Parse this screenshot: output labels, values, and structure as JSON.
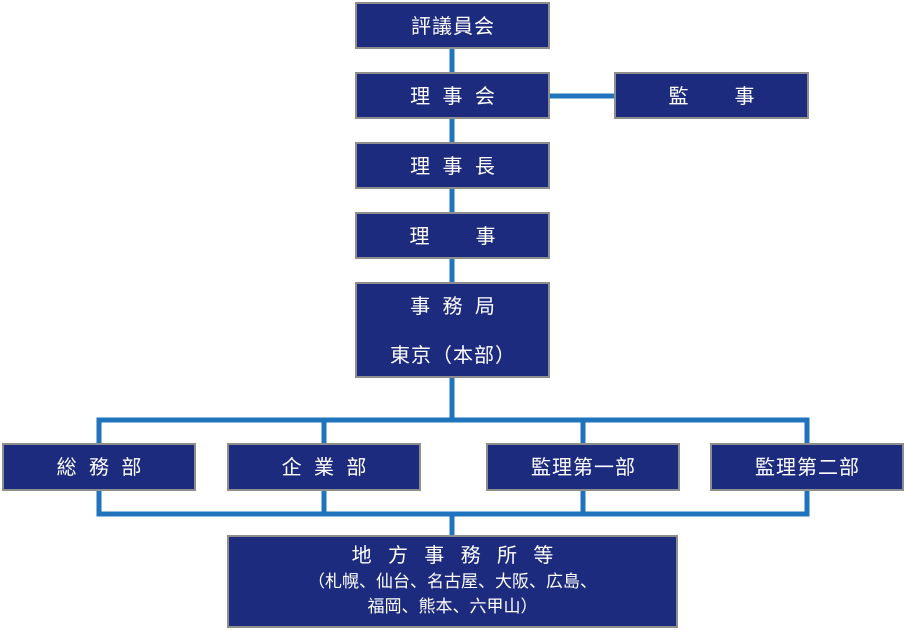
{
  "colors": {
    "background": "#ffffff",
    "box_fill": "#1c2b7d",
    "box_border": "#8e8e8e",
    "box_text": "#ffffff",
    "connector": "#1f74bd"
  },
  "top": {
    "council": "評議員会",
    "board": "理 事 会",
    "auditor": "監　　事",
    "chairman": "理 事 長",
    "director": "理　　事",
    "secretariat": "事 務 局",
    "secretariat_location": "東京（本部）"
  },
  "departments": [
    "総 務 部",
    "企 業 部",
    "監理第一部",
    "監理第二部"
  ],
  "regional": {
    "title": "地 方 事 務 所 等",
    "locations_line1": "（札幌、仙台、名古屋、大阪、広島、",
    "locations_line2": "福岡、熊本、六甲山）"
  }
}
